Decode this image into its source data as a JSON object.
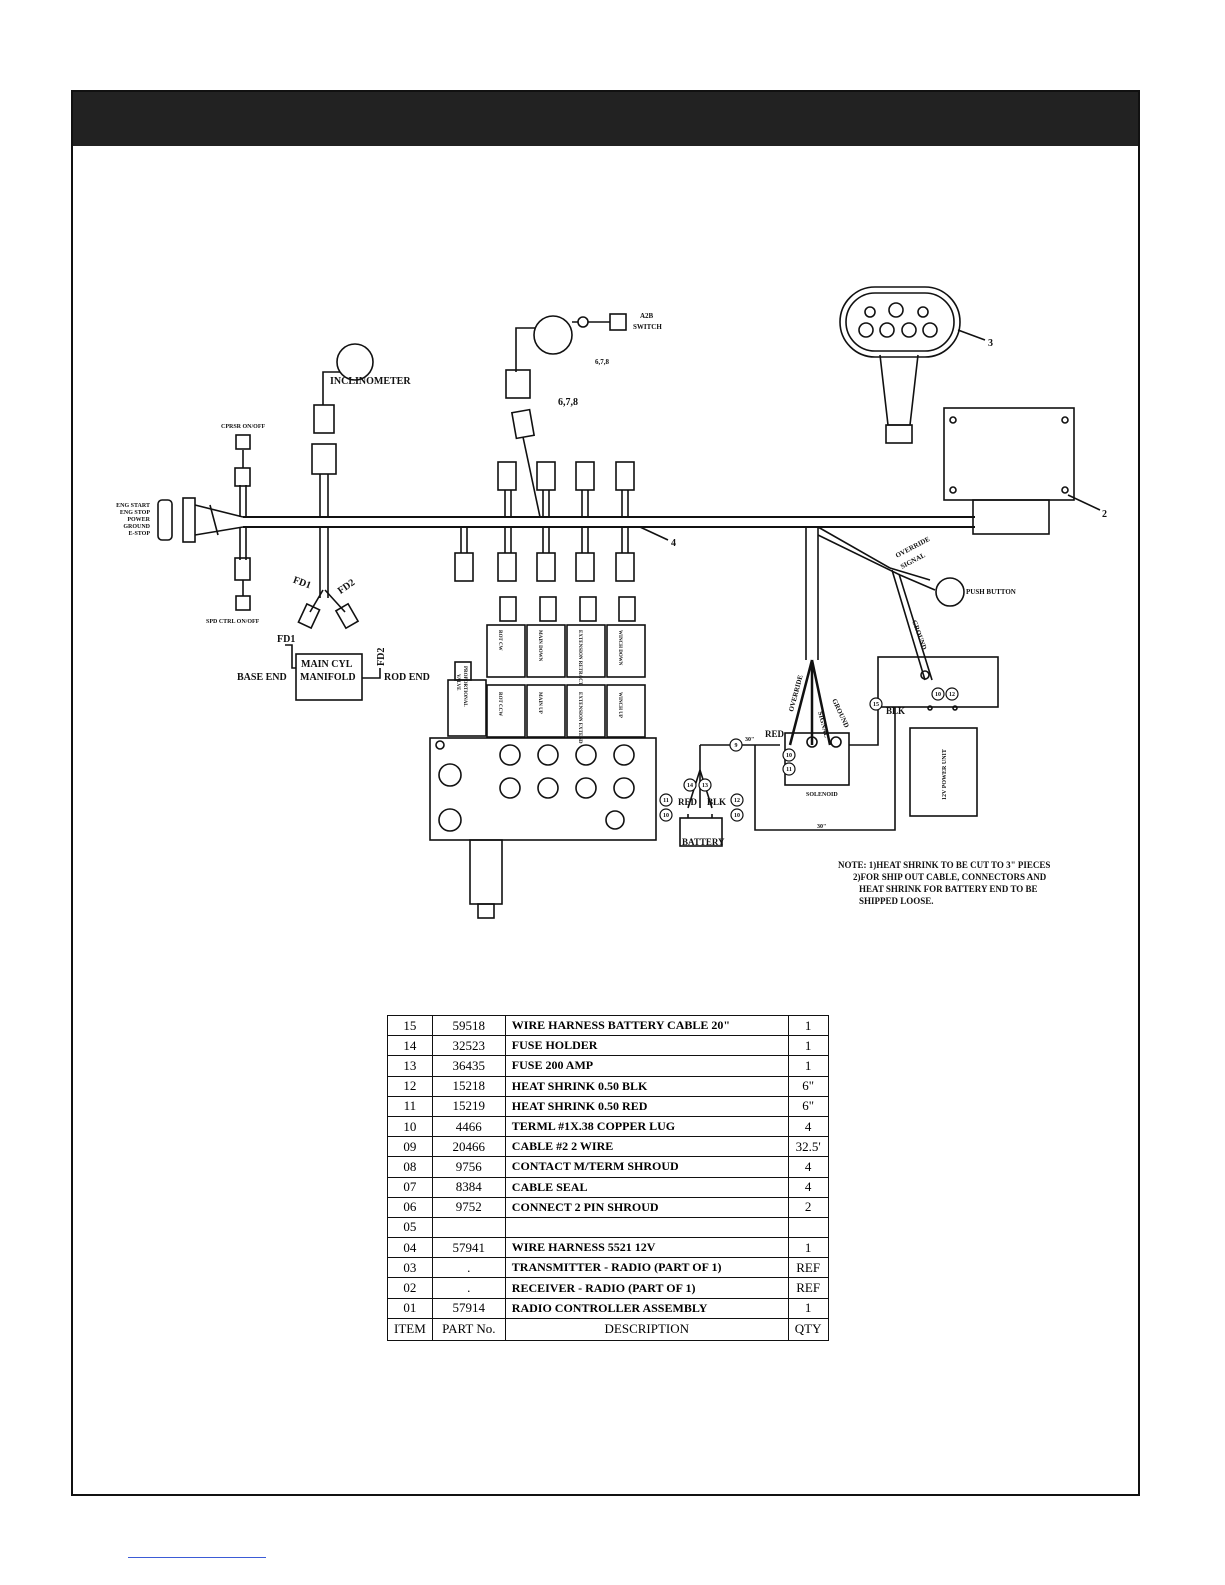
{
  "diagram": {
    "labels": {
      "inclinometer": "INCLINOMETER",
      "a2b": "A2B",
      "switch": "SWITCH",
      "ref678a": "6,7,8",
      "ref678b": "6,7,8",
      "cprsr": "CPRSR ON/OFF",
      "spd": "SPD CTRL ON/OFF",
      "eng_start": "ENG START",
      "eng_stop": "ENG STOP",
      "power": "POWER",
      "ground": "GROUND",
      "estop": "E-STOP",
      "fd1a": "FD1",
      "fd2a": "FD2",
      "fd1b": "FD1",
      "fd2b": "FD2",
      "main_cyl": "MAIN CYL",
      "manifold": "MANIFOLD",
      "base_end": "BASE END",
      "rod_end": "ROD END",
      "proportional": "PROPORTIONAL",
      "valve": "VALVE",
      "item2": "2",
      "item3": "3",
      "item4": "4",
      "override": "OVERRIDE",
      "signal": "SIGNAL",
      "ground2": "GROUND",
      "push_button": "PUSH BUTTON",
      "override2": "OVERRIDE",
      "signal2": "SIGNAL",
      "ground3": "GROUND",
      "red1": "RED",
      "blk1": "BLK",
      "red2": "RED",
      "blk2": "BLK",
      "len1": "30\"",
      "len2": "30\"",
      "battery": "BATTERY",
      "solenoid": "SOLENOID",
      "power_unit": "12V POWER UNIT",
      "valve_labels": [
        "ROT CW",
        "MAIN DOWN",
        "EXTENSION RETRACT",
        "WINCH DOWN",
        "ROT CCW",
        "MAIN UP",
        "EXTENSION EXTEND",
        "WINCH UP"
      ]
    },
    "note": {
      "line1": "NOTE:  1)HEAT SHRINK TO BE CUT TO 3\" PIECES",
      "line2": "2)FOR SHIP OUT CABLE, CONNECTORS AND",
      "line3": "HEAT SHRINK FOR BATTERY END TO BE",
      "line4": "SHIPPED LOOSE."
    }
  },
  "parts_table": {
    "rows": [
      {
        "item": "15",
        "part": "59518",
        "desc": "WIRE HARNESS BATTERY CABLE 20\"",
        "qty": "1"
      },
      {
        "item": "14",
        "part": "32523",
        "desc": "FUSE HOLDER",
        "qty": "1"
      },
      {
        "item": "13",
        "part": "36435",
        "desc": "FUSE 200 AMP",
        "qty": "1"
      },
      {
        "item": "12",
        "part": "15218",
        "desc": "HEAT SHRINK 0.50 BLK",
        "qty": "6\""
      },
      {
        "item": "11",
        "part": "15219",
        "desc": "HEAT SHRINK 0.50 RED",
        "qty": "6\""
      },
      {
        "item": "10",
        "part": "4466",
        "desc": "TERML #1X.38  COPPER LUG",
        "qty": "4"
      },
      {
        "item": "09",
        "part": "20466",
        "desc": "CABLE #2 2 WIRE",
        "qty": "32.5'"
      },
      {
        "item": "08",
        "part": "9756",
        "desc": "CONTACT M/TERM SHROUD",
        "qty": "4"
      },
      {
        "item": "07",
        "part": "8384",
        "desc": "CABLE SEAL",
        "qty": "4"
      },
      {
        "item": "06",
        "part": "9752",
        "desc": "CONNECT 2 PIN SHROUD",
        "qty": "2"
      },
      {
        "item": "05",
        "part": "",
        "desc": "",
        "qty": ""
      },
      {
        "item": "04",
        "part": "57941",
        "desc": "WIRE HARNESS 5521 12V",
        "qty": "1"
      },
      {
        "item": "03",
        "part": ".",
        "desc": "TRANSMITTER - RADIO (PART OF 1)",
        "qty": "REF"
      },
      {
        "item": "02",
        "part": ".",
        "desc": "RECEIVER - RADIO (PART OF 1)",
        "qty": "REF"
      },
      {
        "item": "01",
        "part": "57914",
        "desc": "RADIO CONTROLLER ASSEMBLY",
        "qty": "1"
      }
    ],
    "header": {
      "item": "ITEM",
      "part": "PART No.",
      "desc": "DESCRIPTION",
      "qty": "QTY"
    }
  }
}
